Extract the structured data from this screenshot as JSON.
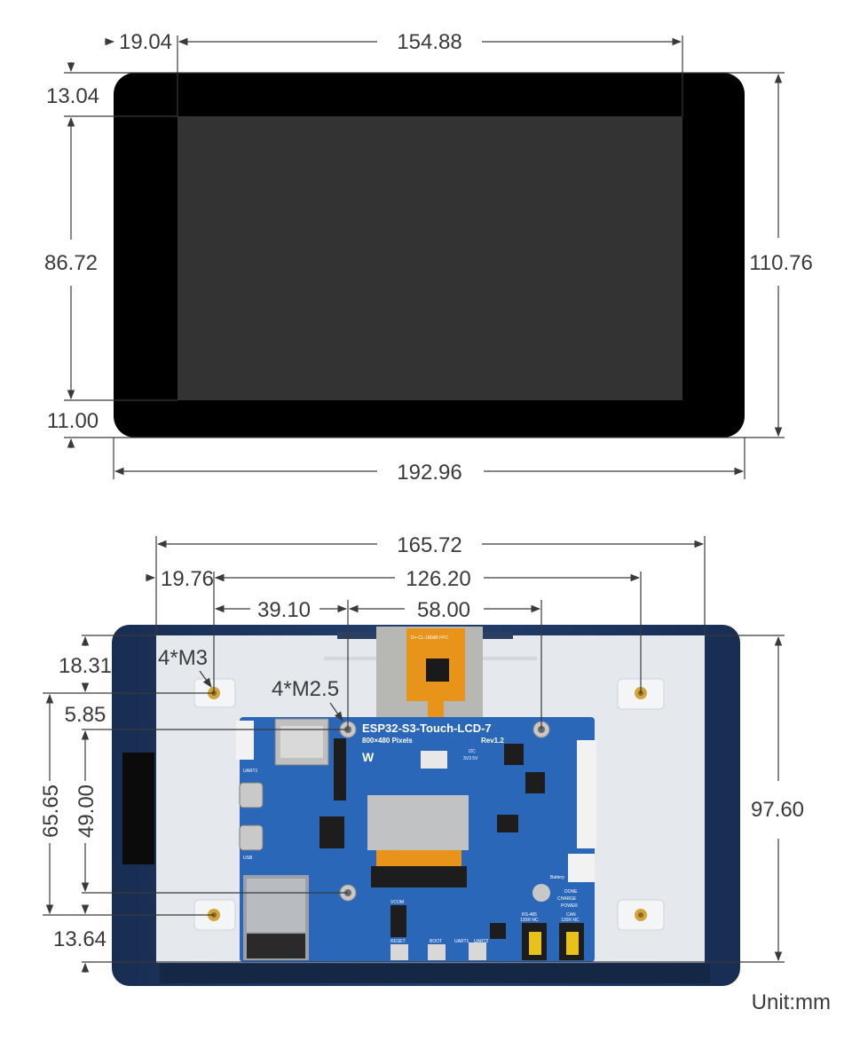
{
  "front_view": {
    "dimensions": {
      "bezel_left": "19.04",
      "display_width": "154.88",
      "bezel_top": "13.04",
      "display_height": "86.72",
      "bezel_bottom": "11.00",
      "total_height": "110.76",
      "total_width": "192.96"
    }
  },
  "back_view": {
    "dimensions": {
      "hole_span_width": "165.72",
      "offset_left": "19.76",
      "hole_pitch_width": "126.20",
      "m25_offset": "39.10",
      "m25_pitch": "58.00",
      "top_hole_offset": "18.31",
      "m25_vertical_offset": "5.85",
      "hole_pitch_height": "65.65",
      "m25_pitch_height": "49.00",
      "bottom_offset": "13.64",
      "back_height": "97.60"
    },
    "callouts": {
      "m3_holes": "4*M3",
      "m25_holes": "4*M2.5"
    },
    "board": {
      "title": "ESP32-S3-Touch-LCD-7",
      "subtitle": "800×480 Pixels",
      "revision": "Rev1.2",
      "labels": {
        "uart1": "UART1",
        "usb": "USB",
        "vcom": "VCOM",
        "reset": "RESET",
        "boot": "BOOT",
        "uart1_switch": "UART1",
        "uart2": "UART2",
        "battery": "Battery",
        "done": "DONE",
        "charge": "CHARGE",
        "power": "POWER",
        "rs485": "RS-485",
        "rs485_term": "120R  NC",
        "can": "CAN",
        "can_term": "120R  NC",
        "i2c": "I2C",
        "i2c_voltage": "3V3  5V"
      }
    },
    "unit": "Unit:mm"
  },
  "colors": {
    "screen_bezel": "#000000",
    "display_area": "#333333",
    "back_frame": "#1c355e",
    "back_plate": "#e5e8ec",
    "pcb": "#2b67b8",
    "fpc": "#e8931a",
    "brass": "#d4a43c"
  }
}
